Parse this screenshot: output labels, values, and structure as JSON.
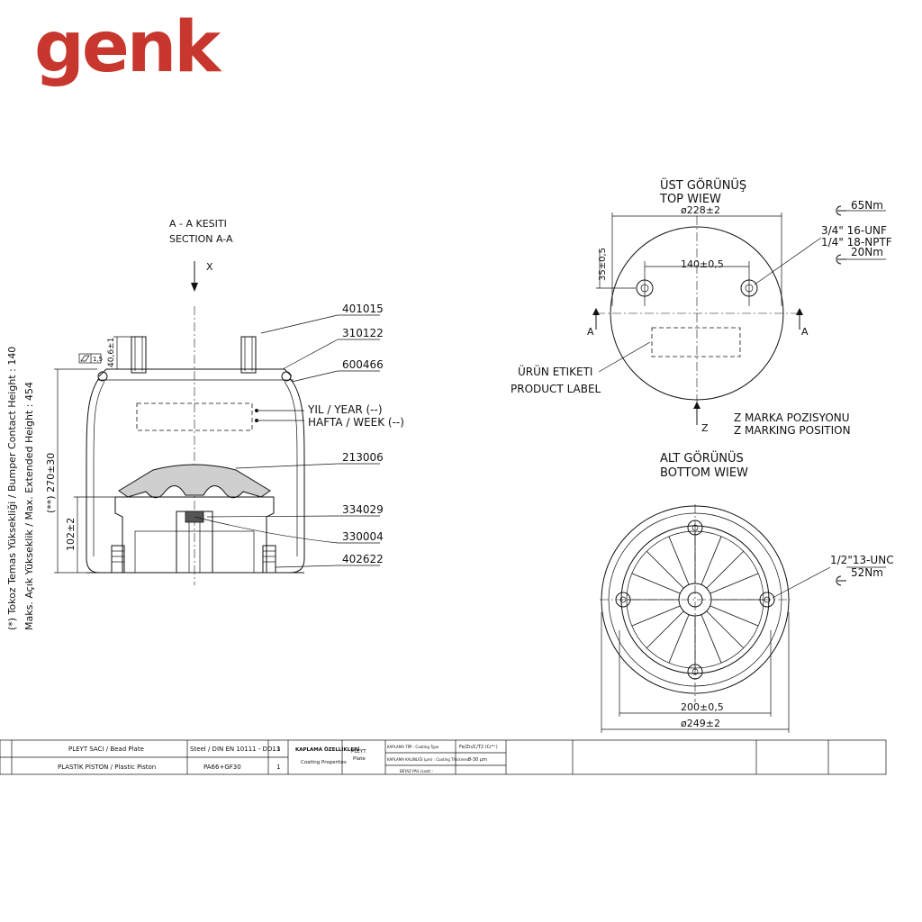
{
  "brand": {
    "logo_text": "genk",
    "color": "#c8372d"
  },
  "section": {
    "title_tr": "A - A KESITI",
    "title_en": "SECTION A-A",
    "axis_x": "X",
    "vertical_note_1": "(*) Tokoz Temas Yüksekliği / Bumper Contact Height : 140",
    "vertical_note_2": "Maks. Açık Yükseklik / Max. Extended Height : 454",
    "dim_406": "40,6±1",
    "dim_270": "(**) 270±30",
    "dim_102": "102±2",
    "flatness": "1,5",
    "parts": [
      "401015",
      "310122",
      "600466",
      "213006",
      "334029",
      "330004",
      "402622"
    ],
    "year_label": "YIL / YEAR (--)",
    "week_label": "HAFTA / WEEK (--)"
  },
  "top_view": {
    "title_tr": "ÜST GÖRÜNÜŞ",
    "title_en": "TOP WIEW",
    "diameter": "ø228±2",
    "center_dist": "140±0,5",
    "offset": "35±0,5",
    "torque_1": "65Nm",
    "thread_1": "3/4\" 16-UNF",
    "thread_2": "1/4\" 18-NPTF",
    "torque_2": "20Nm",
    "label_tr": "ÜRÜN ETIKETI",
    "label_en": "PRODUCT LABEL",
    "section_mark": "A",
    "z_mark": "Z",
    "z_tr": "Z MARKA POZISYONU",
    "z_en": "Z MARKING POSITION"
  },
  "bottom_view": {
    "title_tr": "ALT GÖRÜNÜS",
    "title_en": "BOTTOM WIEW",
    "thread": "1/2\"13-UNC",
    "torque": "52Nm",
    "dim_200": "200±0,5",
    "diameter": "ø249±2"
  },
  "table": {
    "rows": [
      {
        "name": "PLEYT SACI / Bead Plate",
        "material": "Steel / DIN EN 10111 - DD13",
        "qty": "1"
      },
      {
        "name": "PLASTİK PİSTON / Plastic Piston",
        "material": "PA66+GF30",
        "qty": "1"
      }
    ],
    "coating_title": "KAPLAMA ÖZELLİKLERİ",
    "coating_en": "Coating Properties",
    "part_tr": "PLEYT",
    "part_en": "Plate",
    "type_label": "KAPLAMA TİPİ - Coating Type",
    "type_value": "Fe/Zn/C/T2 (Cr³⁺)",
    "thick_label": "KAPLAMA KALINLIĞI (µm) : Coating Thickness",
    "thick_value": "8-30 µm",
    "salt_label": "BEYAZ PAS (saat) :"
  }
}
